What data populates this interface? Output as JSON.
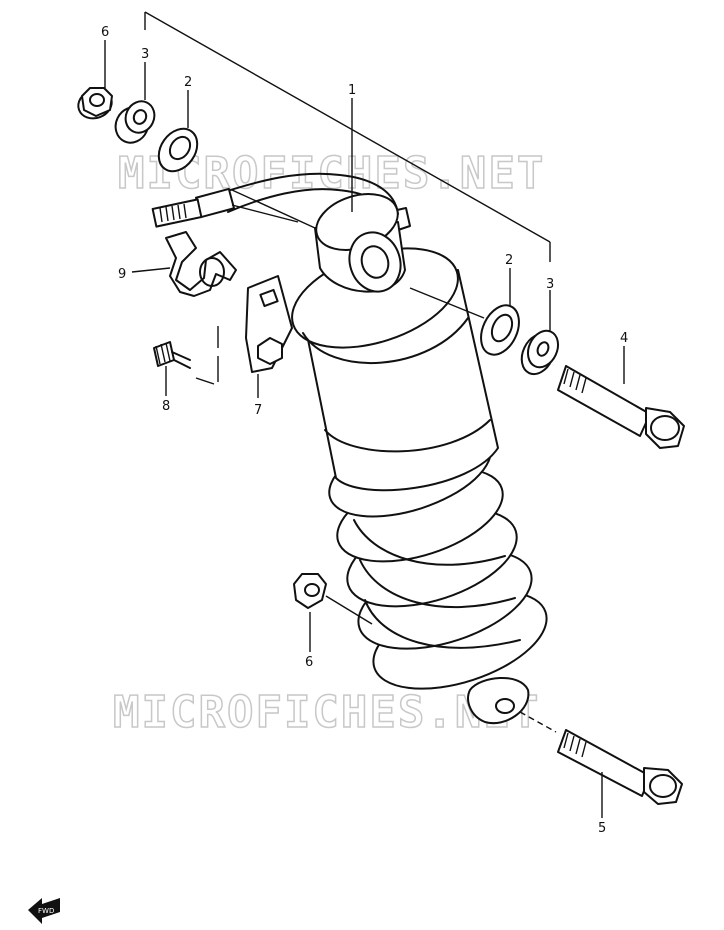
{
  "watermarks": [
    "MICROFICHES.NET",
    "MICROFICHES.NET"
  ],
  "callouts": {
    "c1": "1",
    "c2a": "2",
    "c2b": "2",
    "c3a": "3",
    "c3b": "3",
    "c4": "4",
    "c5": "5",
    "c6a": "6",
    "c6b": "6",
    "c7": "7",
    "c8": "8",
    "c9": "9"
  },
  "front_arrow": "FWD"
}
